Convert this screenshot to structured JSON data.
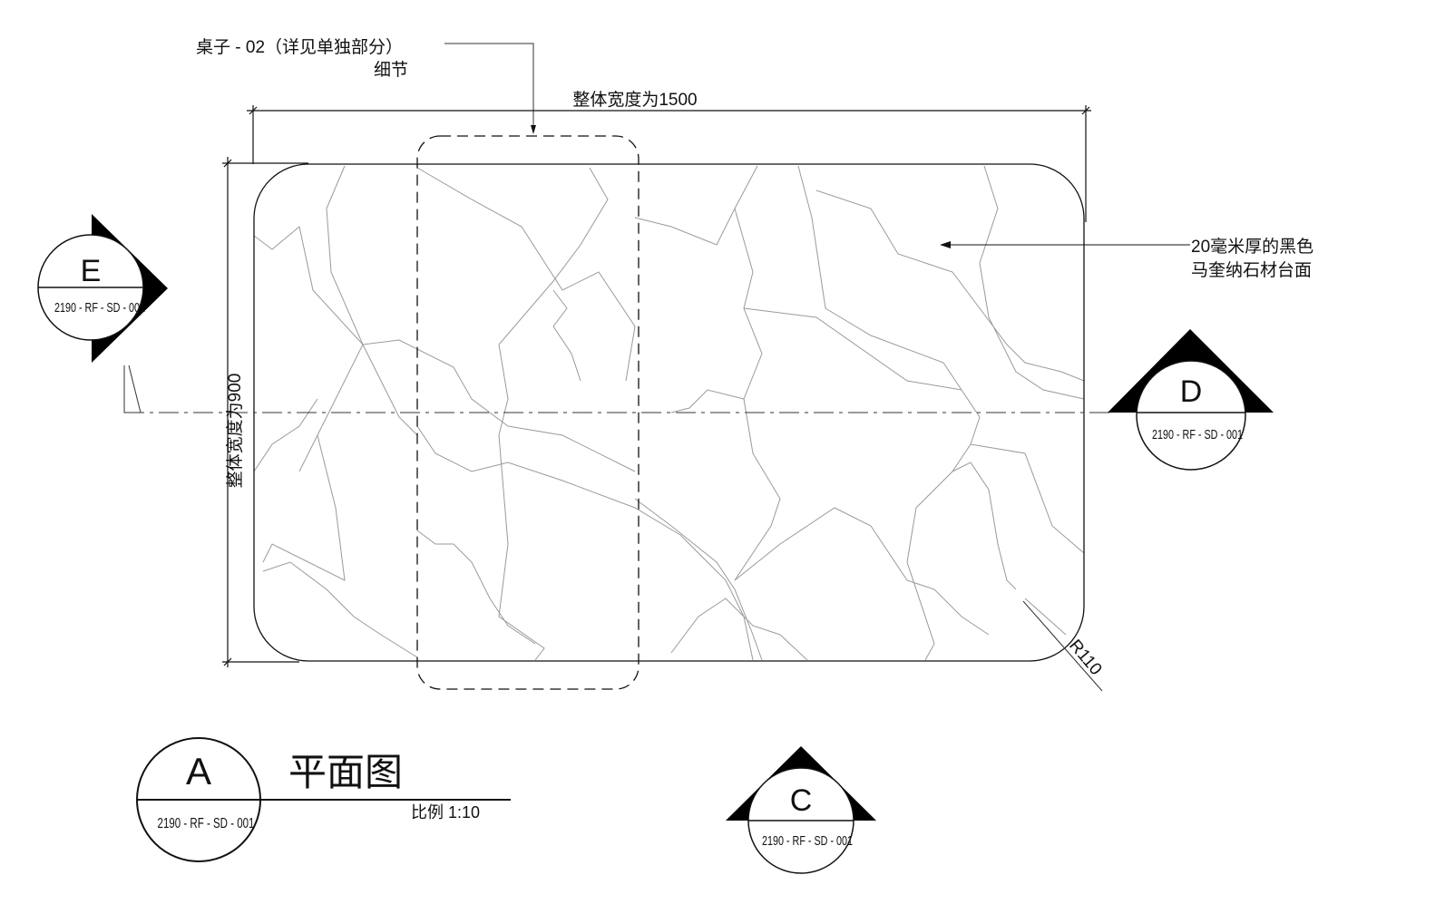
{
  "labels": {
    "detail_callout_line1": "桌子 - 02（详见单独部分）",
    "detail_callout_line2": "细节",
    "overall_width": "整体宽度为1500",
    "overall_depth": "整体宽度为900",
    "material_line1": "20毫米厚的黑色",
    "material_line2": "马奎纳石材台面",
    "radius": "R110"
  },
  "section_markers": [
    {
      "id": "E",
      "sheet": "2190 - RF - SD - 001"
    },
    {
      "id": "D",
      "sheet": "2190 - RF - SD - 001"
    },
    {
      "id": "C",
      "sheet": "2190 - RF - SD - 001"
    }
  ],
  "title_block": {
    "id": "A",
    "sheet": "2190 - RF - SD - 001",
    "title": "平面图",
    "scale": "比例 1:10"
  },
  "colors": {
    "line": "#111111",
    "vein": "#9a9a9a"
  }
}
